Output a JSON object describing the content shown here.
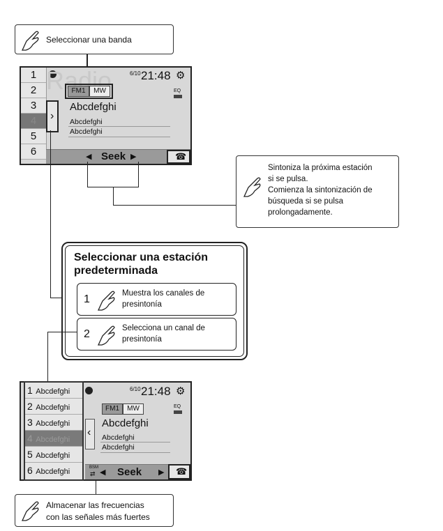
{
  "callouts": {
    "select_band": "Seleccionar una banda",
    "seek_lines": [
      "Sintoniza la próxima estación",
      "si se pulsa.",
      "Comienza la sintonización de",
      "búsqueda si se pulsa",
      "prolongadamente."
    ],
    "bsm_lines": [
      "Almacenar las frecuencias",
      "con las señales más fuertes"
    ]
  },
  "screen1": {
    "presets": [
      "1",
      "2",
      "3",
      "4",
      "5",
      "6"
    ],
    "selected_preset": "4",
    "date": "6/10",
    "time": "21:48",
    "bands": [
      "FM1",
      "MW"
    ],
    "selected_band": "FM1",
    "watermark": "Radio",
    "station": "Abcdefghi",
    "info1": "Abcdefghi",
    "info2": "Abcdefghi",
    "open_arrow": "›",
    "seek_label": "Seek",
    "eq_label": "EQ"
  },
  "preset_box": {
    "title_line1": "Seleccionar una estación",
    "title_line2": "predeterminada",
    "step1_num": "1",
    "step1_lines": [
      "Muestra los canales de",
      "presintonía"
    ],
    "step2_num": "2",
    "step2_lines": [
      "Selecciona un canal de",
      "presintonía"
    ]
  },
  "screen2": {
    "list": [
      {
        "num": "1",
        "text": "Abcdefghi"
      },
      {
        "num": "2",
        "text": "Abcdefghi"
      },
      {
        "num": "3",
        "text": "Abcdefghi"
      },
      {
        "num": "4",
        "text": "Abcdefghi"
      },
      {
        "num": "5",
        "text": "Abcdefghi"
      },
      {
        "num": "6",
        "text": "Abcdefghi"
      }
    ],
    "selected_index": 3,
    "date": "6/10",
    "time": "21:48",
    "bands": [
      "FM1",
      "MW"
    ],
    "station": "Abcdefghi",
    "info1": "Abcdefghi",
    "info2": "Abcdefghi",
    "close_arrow": "‹",
    "bsm_label": "BSM",
    "seek_label": "Seek",
    "eq_label": "EQ"
  }
}
